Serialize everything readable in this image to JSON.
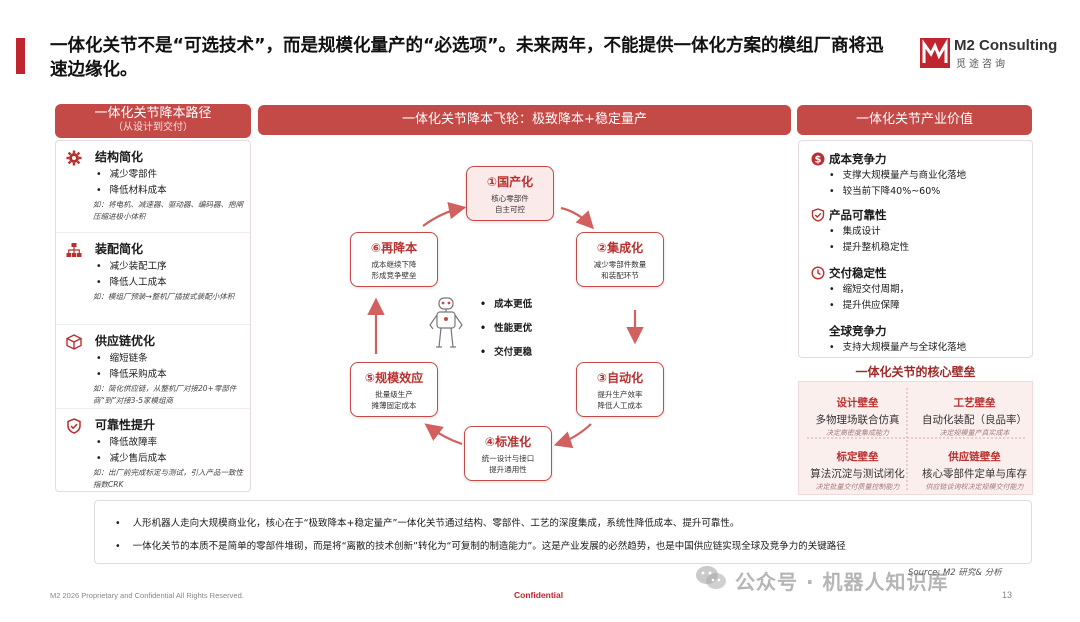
{
  "title": "一体化关节不是“可选技术”，而是规模化量产的“必选项”。未来两年，不能提供一体化方案的模组厂商将迅速边缘化。",
  "brand": {
    "name": "M2 Consulting",
    "sub": "觅途咨询",
    "color": "#c0242f"
  },
  "left": {
    "header": "一体化关节降本路径",
    "subheader": "（从设计到交付）",
    "sections": [
      {
        "icon": "gear-icon",
        "title": "结构简化",
        "items": [
          "减少零部件",
          "降低材料成本"
        ],
        "example": "如：将电机、减速器、驱动器、编码器、抱闸压缩进极小体积"
      },
      {
        "icon": "hierarchy-icon",
        "title": "装配简化",
        "items": [
          "减少装配工序",
          "降低人工成本"
        ],
        "example": "如：模组厂预装→整机厂插拔式装配小体积"
      },
      {
        "icon": "box-icon",
        "title": "供应链优化",
        "items": [
          "缩短链条",
          "降低采购成本"
        ],
        "example": "如：简化供应链，从整机厂对接20+零部件商“到”对接3-5家模组商"
      },
      {
        "icon": "shield-icon",
        "title": "可靠性提升",
        "items": [
          "降低故障率",
          "减少售后成本"
        ],
        "example": "如：出厂前完成标定与测试，引入产品一致性指数CRK"
      }
    ]
  },
  "flywheel": {
    "header": "一体化关节降本飞轮：极致降本+稳定量产",
    "nodes": [
      {
        "title": "①国产化",
        "desc": [
          "核心零部件",
          "自主可控"
        ]
      },
      {
        "title": "②集成化",
        "desc": [
          "减少零部件数量",
          "和装配环节"
        ]
      },
      {
        "title": "③自动化",
        "desc": [
          "提升生产效率",
          "降低人工成本"
        ]
      },
      {
        "title": "④标准化",
        "desc": [
          "统一设计与接口",
          "提升通用性"
        ]
      },
      {
        "title": "⑤规模效应",
        "desc": [
          "批量级生产",
          "摊薄固定成本"
        ]
      },
      {
        "title": "⑥再降本",
        "desc": [
          "成本继续下降",
          "形成竞争壁垒"
        ]
      }
    ],
    "center": [
      "成本更低",
      "性能更优",
      "交付更稳"
    ]
  },
  "right": {
    "header": "一体化关节产业价值",
    "sections": [
      {
        "icon": "dollar-icon",
        "title": "成本竞争力",
        "items": [
          "支撑大规模量产与商业化落地",
          "较当前下降40%~60%"
        ]
      },
      {
        "icon": "shield-check-icon",
        "title": "产品可靠性",
        "items": [
          "集成设计",
          "提升整机稳定性"
        ]
      },
      {
        "icon": "clock-icon",
        "title": "交付稳定性",
        "items": [
          "缩短交付周期，",
          "提升供应保障"
        ]
      },
      {
        "icon": "",
        "title": "全球竞争力",
        "items": [
          "支持大规模量产与全球化落地"
        ]
      }
    ]
  },
  "core": {
    "title": "一体化关节的核心壁垒",
    "cells": [
      {
        "title": "设计壁垒",
        "desc": "多物理场联合仿真",
        "sub": "决定高密度集成能力"
      },
      {
        "title": "工艺壁垒",
        "desc": "自动化装配（良品率）",
        "sub": "决定规模量产真实成本"
      },
      {
        "title": "标定壁垒",
        "desc": "算法沉淀与测试闭化",
        "sub": "决定批量交付质量控制能力"
      },
      {
        "title": "供应链壁垒",
        "desc": "核心零部件定单与库存",
        "sub": "供应链谈询权决定规模交付能力"
      }
    ]
  },
  "summary": [
    "人形机器人走向大规模商业化，核心在于“极致降本+稳定量产”一体化关节通过结构、零部件、工艺的深度集成，系统性降低成本、提升可靠性。",
    "一体化关节的本质不是简单的零部件堆砌，而是将“离散的技术创新”转化为“可复制的制造能力”。这是产业发展的必然趋势，也是中国供应链实现全球及竞争力的关键路径"
  ],
  "source": "Source: M2 研究& 分析",
  "footer": {
    "left": "M2 2026 Proprietary and Confidential All Rights Reserved.",
    "mid": "Confidential",
    "page": "13"
  },
  "watermark": "公众号 · 机器人知识库"
}
